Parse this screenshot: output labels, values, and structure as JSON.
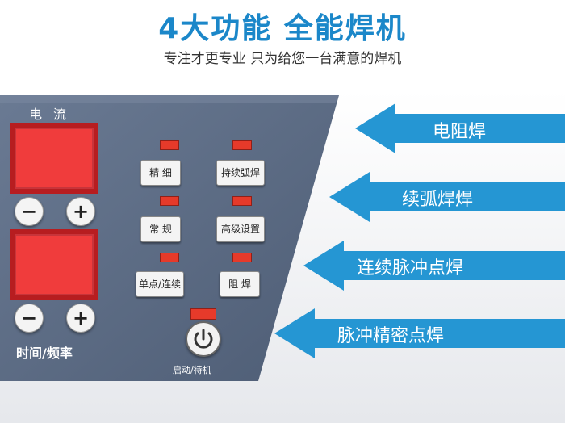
{
  "header": {
    "title": "4大功能  全能焊机",
    "subtitle": "专注才更专业  只为给您一台满意的焊机"
  },
  "panel": {
    "current_label": "电流",
    "time_label": "时间/频率",
    "minus": "−",
    "plus": "+",
    "keys": {
      "fine": "精 细",
      "continuous_arc": "持续弧焊",
      "normal": "常 规",
      "advanced": "高级设置",
      "single_spot": "单点/连续",
      "resistance": "阻 焊"
    },
    "power_label": "启动/待机"
  },
  "features": [
    "电阻焊",
    "续弧焊焊",
    "连续脉冲点焊",
    "脉冲精密点焊"
  ],
  "colors": {
    "brand_blue": "#1b87c9",
    "panel_bg": "#5b6b84",
    "display_red": "#f03c3c",
    "led_red": "#e63a2a"
  }
}
